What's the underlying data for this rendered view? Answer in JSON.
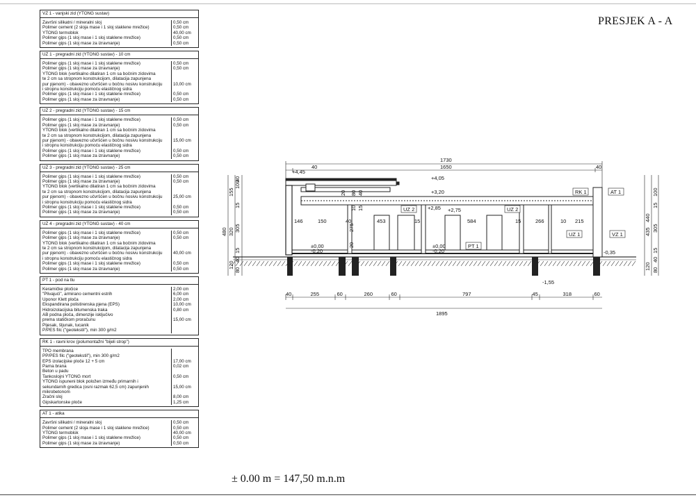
{
  "title": "PRESJEK A - A",
  "elevation_note": "± 0.00 m = 147,50 m.n.m",
  "specs": [
    {
      "header": "VZ 1 - vanjski zid (YTONG sustav)",
      "rows": [
        {
          "t": "Završni silikatni / mineralni sloj",
          "v": "0,50 cm"
        },
        {
          "t": "Polimer cement (2 sloja mase i 1 sloj staklene mrežice)",
          "v": "0,50 cm"
        },
        {
          "t": "YTONG termoblok",
          "v": "40,00 cm"
        },
        {
          "t": "Polimer gips (1 sloj mase i 1 sloj staklene mrežice)",
          "v": "0,50 cm"
        },
        {
          "t": "Polimer gips (1 sloj mase za izravnanje)",
          "v": "0,50 cm"
        }
      ]
    },
    {
      "header": "UZ 1 - pregradni zid (YTONG sustav) - 10 cm",
      "rows": [
        {
          "t": "Polimer gips (1 sloj mase i 1 sloj staklene mrežice)",
          "v": "0,50 cm"
        },
        {
          "t": "Polimer gips (1 sloj mase za izravnanje)",
          "v": "0,50 cm"
        },
        {
          "t": "YTONG blok (vertikalno dilatiran 1 cm sa bočnim zidovima",
          "v": ""
        },
        {
          "t": "te 2 cm sa stropnom konstrukcijom, dilatacija zapunjena",
          "v": ""
        },
        {
          "t": "pur pjenom) - obavezno učvršćen u bočnu nosivu konstrukciju",
          "v": "10,00 cm"
        },
        {
          "t": "i stropnu konstrukciju pomoću elastičnog sidra",
          "v": ""
        },
        {
          "t": "Polimer gips (1 sloj mase i 1 sloj staklene mrežice)",
          "v": "0,50 cm"
        },
        {
          "t": "Polimer gips (1 sloj mase za izravnanje)",
          "v": "0,50 cm"
        }
      ]
    },
    {
      "header": "UZ 2 - pregradni zid (YTONG sustav) - 15 cm",
      "rows": [
        {
          "t": "Polimer gips (1 sloj mase i 1 sloj staklene mrežice)",
          "v": "0,50 cm"
        },
        {
          "t": "Polimer gips (1 sloj mase za izravnanje)",
          "v": "0,50 cm"
        },
        {
          "t": "YTONG blok (vertikalno dilatiran 1 cm sa bočnim zidovima",
          "v": ""
        },
        {
          "t": "te 2 cm sa stropnom konstrukcijom, dilatacija zapunjena",
          "v": ""
        },
        {
          "t": "pur pjenom) - obavezno učvršćen u bočnu nosivu konstrukciju",
          "v": "15,00 cm"
        },
        {
          "t": "i stropnu konstrukciju pomoću elastičnog sidra",
          "v": ""
        },
        {
          "t": "Polimer gips (1 sloj mase i 1 sloj staklene mrežice)",
          "v": "0,50 cm"
        },
        {
          "t": "Polimer gips (1 sloj mase za izravnanje)",
          "v": "0,50 cm"
        }
      ]
    },
    {
      "header": "UZ 3 - pregradni zid (YTONG sustav) - 25 cm",
      "rows": [
        {
          "t": "Polimer gips (1 sloj mase i 1 sloj staklene mrežice)",
          "v": "0,50 cm"
        },
        {
          "t": "Polimer gips (1 sloj mase za izravnanje)",
          "v": "0,50 cm"
        },
        {
          "t": "YTONG blok (vertikalno dilatiran 1 cm sa bočnim zidovima",
          "v": ""
        },
        {
          "t": "te 2 cm sa stropnom konstrukcijom, dilatacija zapunjena",
          "v": ""
        },
        {
          "t": "pur pjenom) - obavezno učvršćen u bočnu nosivu konstrukciju",
          "v": "25,00 cm"
        },
        {
          "t": "i stropnu konstrukciju pomoću elastičnog sidra",
          "v": ""
        },
        {
          "t": "Polimer gips (1 sloj mase i 1 sloj staklene mrežice)",
          "v": "0,50 cm"
        },
        {
          "t": "Polimer gips (1 sloj mase za izravnanje)",
          "v": "0,50 cm"
        }
      ]
    },
    {
      "header": "UZ 4 - pregradni zid (YTONG sustav) - 40 cm",
      "rows": [
        {
          "t": "Polimer gips (1 sloj mase i 1 sloj staklene mrežice)",
          "v": "0,50 cm"
        },
        {
          "t": "Polimer gips (1 sloj mase za izravnanje)",
          "v": "0,50 cm"
        },
        {
          "t": "YTONG blok (vertikalno dilatiran 1 cm sa bočnim zidovima",
          "v": ""
        },
        {
          "t": "te 2 cm sa stropnom konstrukcijom, dilatacija zapunjena",
          "v": ""
        },
        {
          "t": "pur pjenom) - obavezno učvršćen u bočnu nosivu konstrukciju",
          "v": "40,00 cm"
        },
        {
          "t": "i stropnu konstrukciju pomoću elastičnog sidra",
          "v": ""
        },
        {
          "t": "Polimer gips (1 sloj mase i 1 sloj staklene mrežice)",
          "v": "0,50 cm"
        },
        {
          "t": "Polimer gips (1 sloj mase za izravnanje)",
          "v": "0,50 cm"
        }
      ]
    },
    {
      "header": "PT 1 - pod na tlu",
      "rows": [
        {
          "t": "Keramičke pločice",
          "v": "2,00 cm"
        },
        {
          "t": "\"Plivajući\", armirano cementni estrih",
          "v": "6,00 cm"
        },
        {
          "t": "Uponor Klett ploča",
          "v": "2,00 cm"
        },
        {
          "t": "Ekspandirana polistirenska pjena (EPS)",
          "v": "10,00 cm"
        },
        {
          "t": "Hidroizolacijska bitumenska traka",
          "v": "0,80 cm"
        },
        {
          "t": "AB podna ploča, dimenzije isključivo",
          "v": ""
        },
        {
          "t": "prema statičkom proračunu",
          "v": "15,00 cm"
        },
        {
          "t": "Pijesak, šljunak, tucanik",
          "v": ""
        },
        {
          "t": "P/PES filc (\"geotekstil\"), min 300 g/m2",
          "v": ""
        }
      ]
    },
    {
      "header": "RK 1 - ravni krov (polumontažni \"bijeli strop\")",
      "rows": [
        {
          "t": "TPO membrana",
          "v": ""
        },
        {
          "t": "PP/PES filc (\"geotekstil\"), min 300 g/m2",
          "v": ""
        },
        {
          "t": "EPS izolacijske ploče 12 + 5 cm",
          "v": "17,00 cm"
        },
        {
          "t": "Parna brana",
          "v": "0,02 cm"
        },
        {
          "t": "Beton u padu",
          "v": ""
        },
        {
          "t": "Tankoslojni YTONG mort",
          "v": "0,50 cm"
        },
        {
          "t": "YTONG ispuneni blok položen između primarnih i",
          "v": ""
        },
        {
          "t": "sekundarnih gredica (osni razmak 62,5 cm) zapunjenih",
          "v": "15,00 cm"
        },
        {
          "t": "mikrobetonom",
          "v": ""
        },
        {
          "t": "Zračni sloj",
          "v": "8,00 cm"
        },
        {
          "t": "Gipskartonske ploče",
          "v": "1,25 cm"
        }
      ]
    },
    {
      "header": "AT 1 - atika",
      "rows": [
        {
          "t": "Završni silikatni / mineralni sloj",
          "v": "0,50 cm"
        },
        {
          "t": "Polimer cement (2 sloja mase i 1 sloj staklene mrežice)",
          "v": "0,50 cm"
        },
        {
          "t": "YTONG termoblok",
          "v": "40,00 cm"
        },
        {
          "t": "Polimer gips (1 sloj mase i 1 sloj staklene mrežice)",
          "v": "0,50 cm"
        },
        {
          "t": "Polimer gips (1 sloj mase za izravnanje)",
          "v": "0,50 cm"
        }
      ]
    }
  ],
  "drawing": {
    "dim_top_total": "1730",
    "dim_top_inner": "1650",
    "dim_top_left": "40",
    "dim_top_right": "40",
    "dim_bottom": [
      "40",
      "255",
      "60",
      "260",
      "60",
      "797",
      "45",
      "318",
      "60"
    ],
    "dim_bottom_total": "1895",
    "left_dims": [
      "155",
      "100",
      "40",
      "480",
      "320",
      "15",
      "305",
      "15",
      "40",
      "120",
      "80"
    ],
    "right_dims": [
      "100",
      "15",
      "440",
      "435",
      "305",
      "15",
      "40",
      "120",
      "80"
    ],
    "levels": [
      "+4,45",
      "+4,05",
      "+3,20",
      "+2,85",
      "+2,75",
      "±0,00",
      "-0,20",
      "±0,00",
      "-0,20",
      "-0,35",
      "-1,55"
    ],
    "inner_dims": [
      "146",
      "150",
      "40",
      "275",
      "453",
      "15",
      "584",
      "15",
      "266",
      "10",
      "215",
      "20",
      "80",
      "40",
      "10",
      "20",
      "15"
    ],
    "labels": [
      "RK 1",
      "AT 1",
      "UZ 2",
      "UZ 2",
      "UZ 1",
      "VZ 1",
      "PT 1"
    ]
  }
}
